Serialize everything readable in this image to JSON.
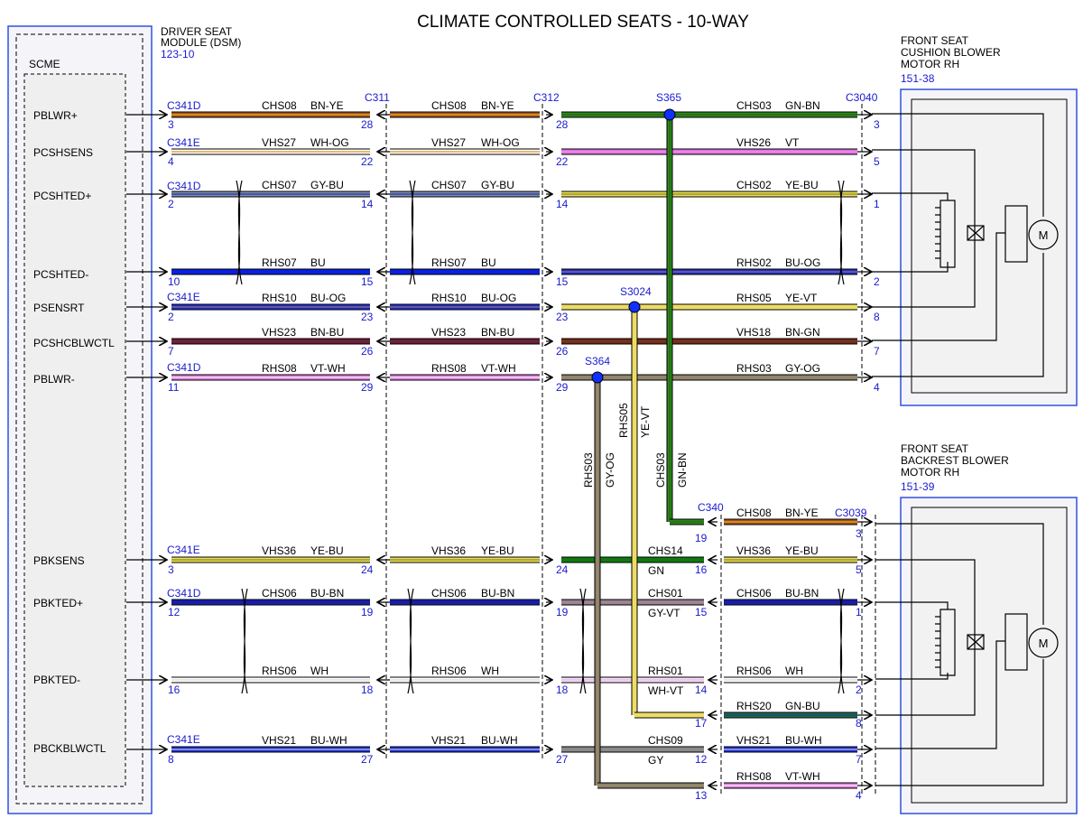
{
  "title": "CLIMATE CONTROLLED SEATS - 10-WAY",
  "modules": {
    "dsm": {
      "line1": "DRIVER SEAT",
      "line2": "MODULE (DSM)",
      "ref": "123-10",
      "sub": "SCME"
    },
    "cushion": {
      "line1": "FRONT SEAT",
      "line2": "CUSHION BLOWER",
      "line3": "MOTOR RH",
      "ref": "151-38"
    },
    "backrest": {
      "line1": "FRONT SEAT",
      "line2": "BACKREST BLOWER",
      "line3": "MOTOR RH",
      "ref": "151-39"
    }
  },
  "motor_symbol": "M",
  "pins": [
    "PBLWR+",
    "PCSHSENS",
    "PCSHTED+",
    "PCSHTED-",
    "PSENSRT",
    "PCSHCBLWCTL",
    "PBLWR-",
    "PBKSENS",
    "PBKTED+",
    "PBKTED-",
    "PBCKBLWCTL"
  ],
  "connectors": [
    "C341D",
    "C341E",
    "C341D",
    "C341E",
    "C341D",
    "C341D",
    "C341E",
    "C311",
    "C312",
    "C3040",
    "C340",
    "C3039"
  ],
  "splices": [
    "S365",
    "S3024",
    "S364"
  ],
  "circuits": [
    {
      "c1": "CHS08",
      "c2": "BN-YE",
      "c3": "CHS08",
      "c4": "BN-YE",
      "c5": "CHS03",
      "c6": "GN-BN"
    },
    {
      "c1": "VHS27",
      "c2": "WH-OG",
      "c3": "VHS27",
      "c4": "WH-OG",
      "c5": "VHS26",
      "c6": "VT"
    },
    {
      "c1": "CHS07",
      "c2": "GY-BU",
      "c3": "CHS07",
      "c4": "GY-BU",
      "c5": "CHS02",
      "c6": "YE-BU"
    },
    {
      "c1": "RHS07",
      "c2": "BU",
      "c3": "RHS07",
      "c4": "BU",
      "c5": "RHS02",
      "c6": "BU-OG"
    },
    {
      "c1": "RHS10",
      "c2": "BU-OG",
      "c3": "RHS10",
      "c4": "BU-OG",
      "c5": "RHS05",
      "c6": "YE-VT"
    },
    {
      "c1": "VHS23",
      "c2": "BN-BU",
      "c3": "VHS23",
      "c4": "BN-BU",
      "c5": "VHS18",
      "c6": "BN-GN"
    },
    {
      "c1": "RHS08",
      "c2": "VT-WH",
      "c3": "RHS08",
      "c4": "VT-WH",
      "c5": "RHS03",
      "c6": "GY-OG"
    },
    {
      "c1": "VHS36",
      "c2": "YE-BU",
      "c3": "VHS36",
      "c4": "YE-BU",
      "c5": "CHS14",
      "c6": "GN",
      "c7": "VHS36",
      "c8": "YE-BU"
    },
    {
      "c1": "CHS06",
      "c2": "BU-BN",
      "c3": "CHS06",
      "c4": "BU-BN",
      "c5": "CHS01",
      "c6": "GY-VT",
      "c7": "CHS06",
      "c8": "BU-BN"
    },
    {
      "c1": "RHS06",
      "c2": "WH",
      "c3": "RHS06",
      "c4": "WH",
      "c5": "RHS01",
      "c6": "WH-VT",
      "c7": "RHS06",
      "c8": "WH"
    },
    {
      "c1": "VHS21",
      "c2": "BU-WH",
      "c3": "VHS21",
      "c4": "BU-WH",
      "c5": "CHS09",
      "c6": "GY",
      "c7": "VHS21",
      "c8": "BU-WH"
    }
  ],
  "extra_circuits": {
    "c340_top": {
      "id": "CHS08",
      "color": "BN-YE"
    },
    "rhs20": {
      "id": "RHS20",
      "color": "GN-BU"
    },
    "rhs08_bottom": {
      "id": "RHS08",
      "color": "VT-WH"
    }
  },
  "vertical_labels": [
    "RHS03",
    "GY-OG",
    "RHS05",
    "YE-VT",
    "CHS03",
    "GN-BN"
  ],
  "pin_numbers": {
    "dsm": [
      "3",
      "4",
      "2",
      "10",
      "2",
      "7",
      "11",
      "3",
      "12",
      "16",
      "8"
    ],
    "c311": [
      "28",
      "22",
      "14",
      "15",
      "23",
      "26",
      "29",
      "24",
      "19",
      "18",
      "27"
    ],
    "c312": [
      "28",
      "22",
      "14",
      "15",
      "23",
      "26",
      "29",
      "24",
      "19",
      "18",
      "27"
    ],
    "c3040": [
      "3",
      "5",
      "1",
      "2",
      "8",
      "7",
      "4"
    ],
    "c340": [
      "19",
      "16",
      "15",
      "14",
      "17",
      "12",
      "13"
    ],
    "c3039": [
      "3",
      "5",
      "1",
      "2",
      "8",
      "7",
      "4"
    ]
  },
  "colors": {
    "label_blue": "#1a1ad0",
    "box_blue": "#3050e0",
    "splice_blue": "#1030ff",
    "module_fill": "#f2f2f2"
  }
}
